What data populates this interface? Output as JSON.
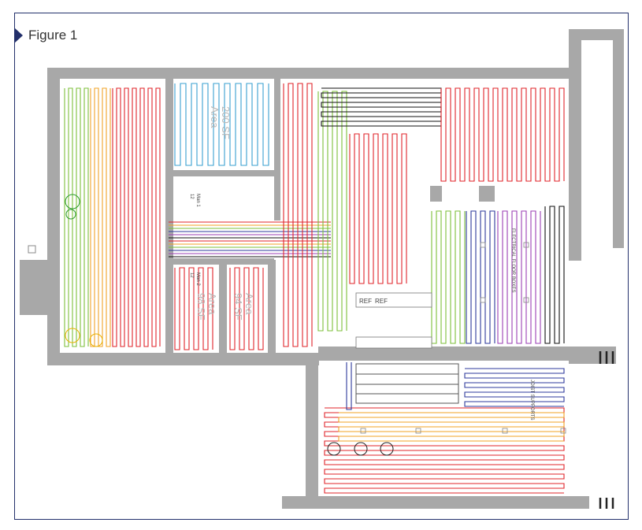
{
  "figure": {
    "title": "Figure 1"
  },
  "rooms": [
    {
      "area": "Area",
      "sf": "200 SF"
    },
    {
      "area": "Area",
      "sf": "98 SF"
    },
    {
      "area": "Area",
      "sf": "94 SF"
    }
  ],
  "manifolds": [
    {
      "label": "Man 1",
      "count": "12"
    },
    {
      "label": "Man 2",
      "count": "12"
    }
  ],
  "appliances": [
    "REF",
    "REF"
  ],
  "annotations": {
    "electrical_boxes": "ELECTRICAL FLOOR BOXES",
    "joists": "JOIST SUPPORTS"
  },
  "loop_colors": [
    "#e0242a",
    "#f0a326",
    "#7cbf3a",
    "#2d3a9c",
    "#9b3fb5",
    "#111111",
    "#3aa0d0",
    "#e8d000"
  ]
}
